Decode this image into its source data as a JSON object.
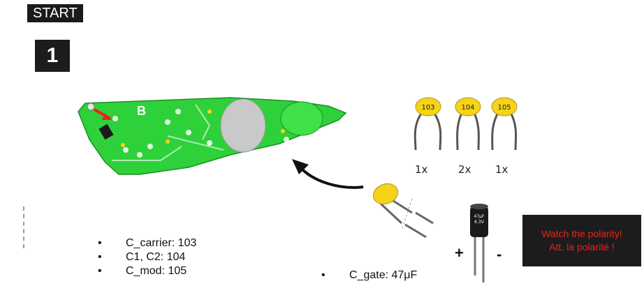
{
  "header": {
    "start_label": "START",
    "step_number": "1"
  },
  "capacitors": [
    {
      "code": "103",
      "qty": "1x"
    },
    {
      "code": "104",
      "qty": "2x"
    },
    {
      "code": "105",
      "qty": "1x"
    }
  ],
  "board": {
    "marking": "B"
  },
  "electrolytic": {
    "value_text": "47μF",
    "voltage_text": "6.3V",
    "plus": "+",
    "minus": "-"
  },
  "bullets": {
    "bullet_glyph": "•",
    "items": [
      "C_carrier: 103",
      "C1, C2: 104",
      "C_mod: 105"
    ],
    "gate": "C_gate: 47μF"
  },
  "warning": {
    "line1": "Watch the polarity!",
    "line2": "Att. la polarité !"
  },
  "colors": {
    "board_green": "#2fd13a",
    "cap_yellow": "#f5d31a",
    "warning_red": "#e8231f",
    "badge_dark": "#1c1c1c"
  }
}
